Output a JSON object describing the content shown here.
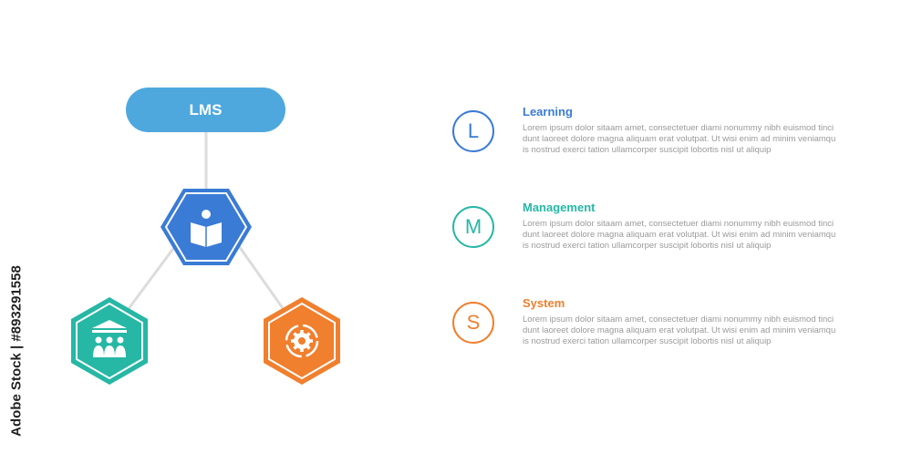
{
  "root": {
    "label": "LMS"
  },
  "nodes": [
    {
      "id": "reading",
      "icon": "person-reading-book-icon",
      "color": "#3a7bd5"
    },
    {
      "id": "institution",
      "icon": "building-with-people-icon",
      "color": "#26b7a5"
    },
    {
      "id": "process",
      "icon": "gear-cycle-icon",
      "color": "#f07f2e"
    }
  ],
  "items": [
    {
      "letter": "L",
      "title": "Learning",
      "color": "#3a7bd5",
      "body": "Lorem ipsum dolor sitaam amet, consectetuer diami nonummy  nibh euismod tinci dunt laoreet dolore magna aliquam erat volutpat. Ut wisi enim ad minim veniamqu is nostrud exerci tation ullamcorper suscipit lobortis nisl ut aliquip"
    },
    {
      "letter": "M",
      "title": "Management",
      "color": "#26b7a5",
      "body": "Lorem ipsum dolor sitaam amet, consectetuer diami nonummy  nibh euismod tinci dunt laoreet dolore magna aliquam erat volutpat. Ut wisi enim ad minim veniamqu is nostrud exerci tation ullamcorper suscipit lobortis nisl ut aliquip"
    },
    {
      "letter": "S",
      "title": "System",
      "color": "#f07f2e",
      "body": "Lorem ipsum dolor sitaam amet, consectetuer diami nonummy  nibh euismod tinci dunt laoreet dolore magna aliquam erat volutpat. Ut wisi enim ad minim veniamqu is nostrud exerci tation ullamcorper suscipit lobortis nisl ut aliquip"
    }
  ],
  "watermark": {
    "text": "Adobe Stock | #893291558"
  }
}
